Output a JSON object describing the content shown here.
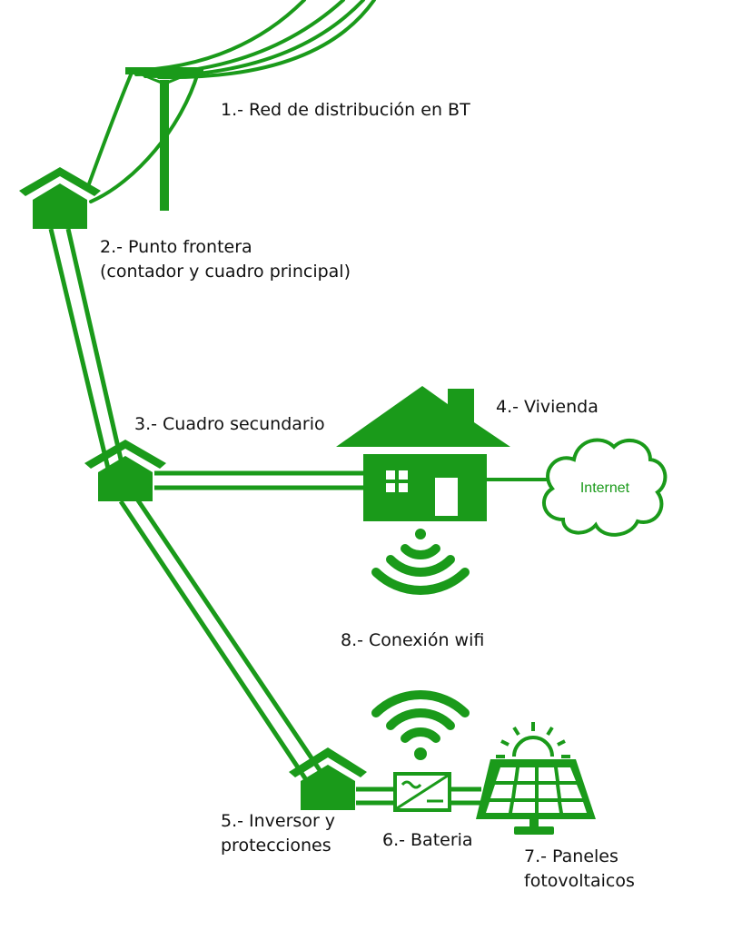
{
  "colors": {
    "green": "#1a9a1a",
    "white": "#ffffff",
    "text": "#111111"
  },
  "labels": {
    "red_distribucion": "1.- Red de distribución en BT",
    "punto_frontera_1": "2.- Punto frontera",
    "punto_frontera_2": "(contador y cuadro principal)",
    "cuadro_secundario": "3.- Cuadro secundario",
    "vivienda": "4.- Vivienda",
    "inversor_1": "5.- Inversor y",
    "inversor_2": "protecciones",
    "bateria": "6.- Bateria",
    "paneles_1": "7.- Paneles",
    "paneles_2": "fotovoltaicos",
    "wifi": "8.- Conexión wifi",
    "internet": "Internet"
  }
}
